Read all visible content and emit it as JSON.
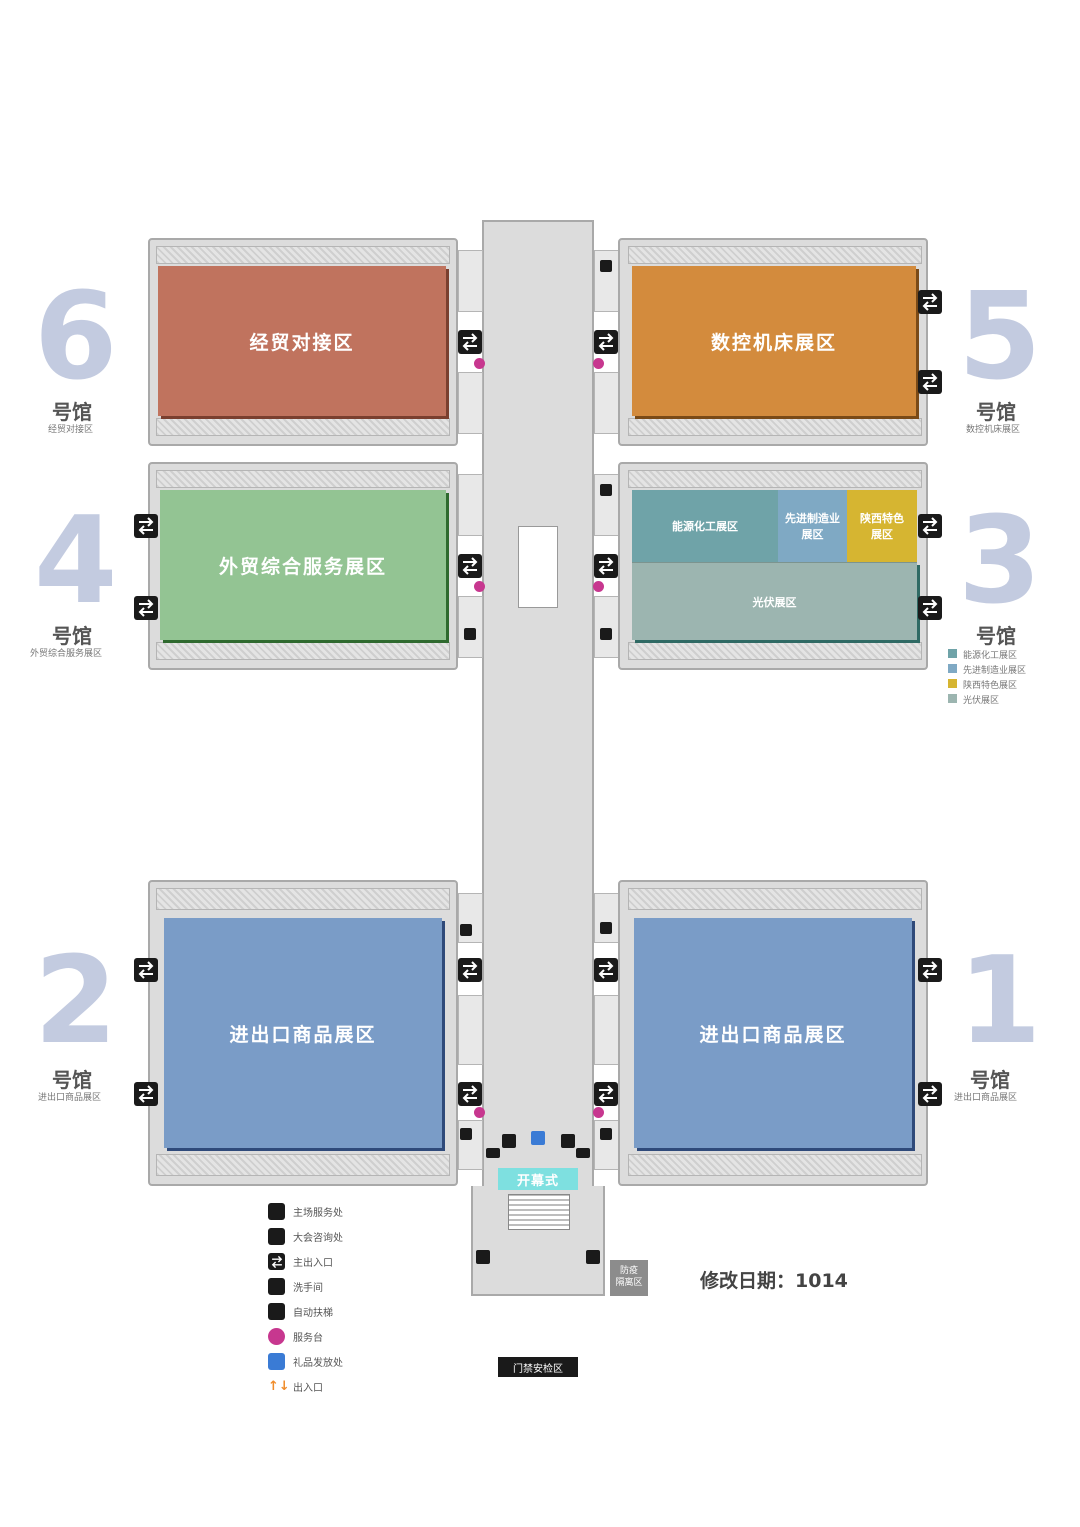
{
  "halls": {
    "h1": {
      "number": "1",
      "word": "号馆",
      "subtitle": "进出口商品展区",
      "zone": "进出口商品展区"
    },
    "h2": {
      "number": "2",
      "word": "号馆",
      "subtitle": "进出口商品展区",
      "zone": "进出口商品展区"
    },
    "h3": {
      "number": "3",
      "word": "号馆",
      "zones": {
        "a": "能源化工展区",
        "b": "先进制造业展区",
        "c": "陕西特色展区",
        "d": "光伏展区"
      }
    },
    "h4": {
      "number": "4",
      "word": "号馆",
      "subtitle": "外贸综合服务展区",
      "zone": "外贸综合服务展区"
    },
    "h5": {
      "number": "5",
      "word": "号馆",
      "subtitle": "数控机床展区",
      "zone": "数控机床展区"
    },
    "h6": {
      "number": "6",
      "word": "号馆",
      "subtitle": "经贸对接区",
      "zone": "经贸对接区"
    }
  },
  "h3_legend": [
    {
      "label": "能源化工展区",
      "color": "#6fa3a8"
    },
    {
      "label": "先进制造业展区",
      "color": "#7fa9c4"
    },
    {
      "label": "陕西特色展区",
      "color": "#d6b531"
    },
    {
      "label": "光伏展区",
      "color": "#9cb5b0"
    }
  ],
  "colors": {
    "h1": "#7a9cc7",
    "h2": "#7a9cc7",
    "h4": "#93c493",
    "h5": "#d38b3d",
    "h6": "#c0735e",
    "hall_number": "#c3cbe0",
    "service": "#c7378f",
    "door_arrows": "#f08c2a"
  },
  "opening": "开幕式",
  "quarantine": {
    "line1": "防疫",
    "line2": "隔离区"
  },
  "ticket": "门禁安检区",
  "modified": "修改日期：1014",
  "legend": [
    {
      "icon": "staff-service-icon",
      "label": "主场服务处"
    },
    {
      "icon": "info-desk-icon",
      "label": "大会咨询处"
    },
    {
      "icon": "entrance-icon",
      "label": "主出入口"
    },
    {
      "icon": "restroom-icon",
      "label": "洗手间"
    },
    {
      "icon": "escalator-icon",
      "label": "自动扶梯"
    },
    {
      "icon": "service-desk-icon",
      "label": "服务台"
    },
    {
      "icon": "gift-icon",
      "label": "礼品发放处"
    },
    {
      "icon": "exit-door-icon",
      "label": "出入口"
    }
  ]
}
